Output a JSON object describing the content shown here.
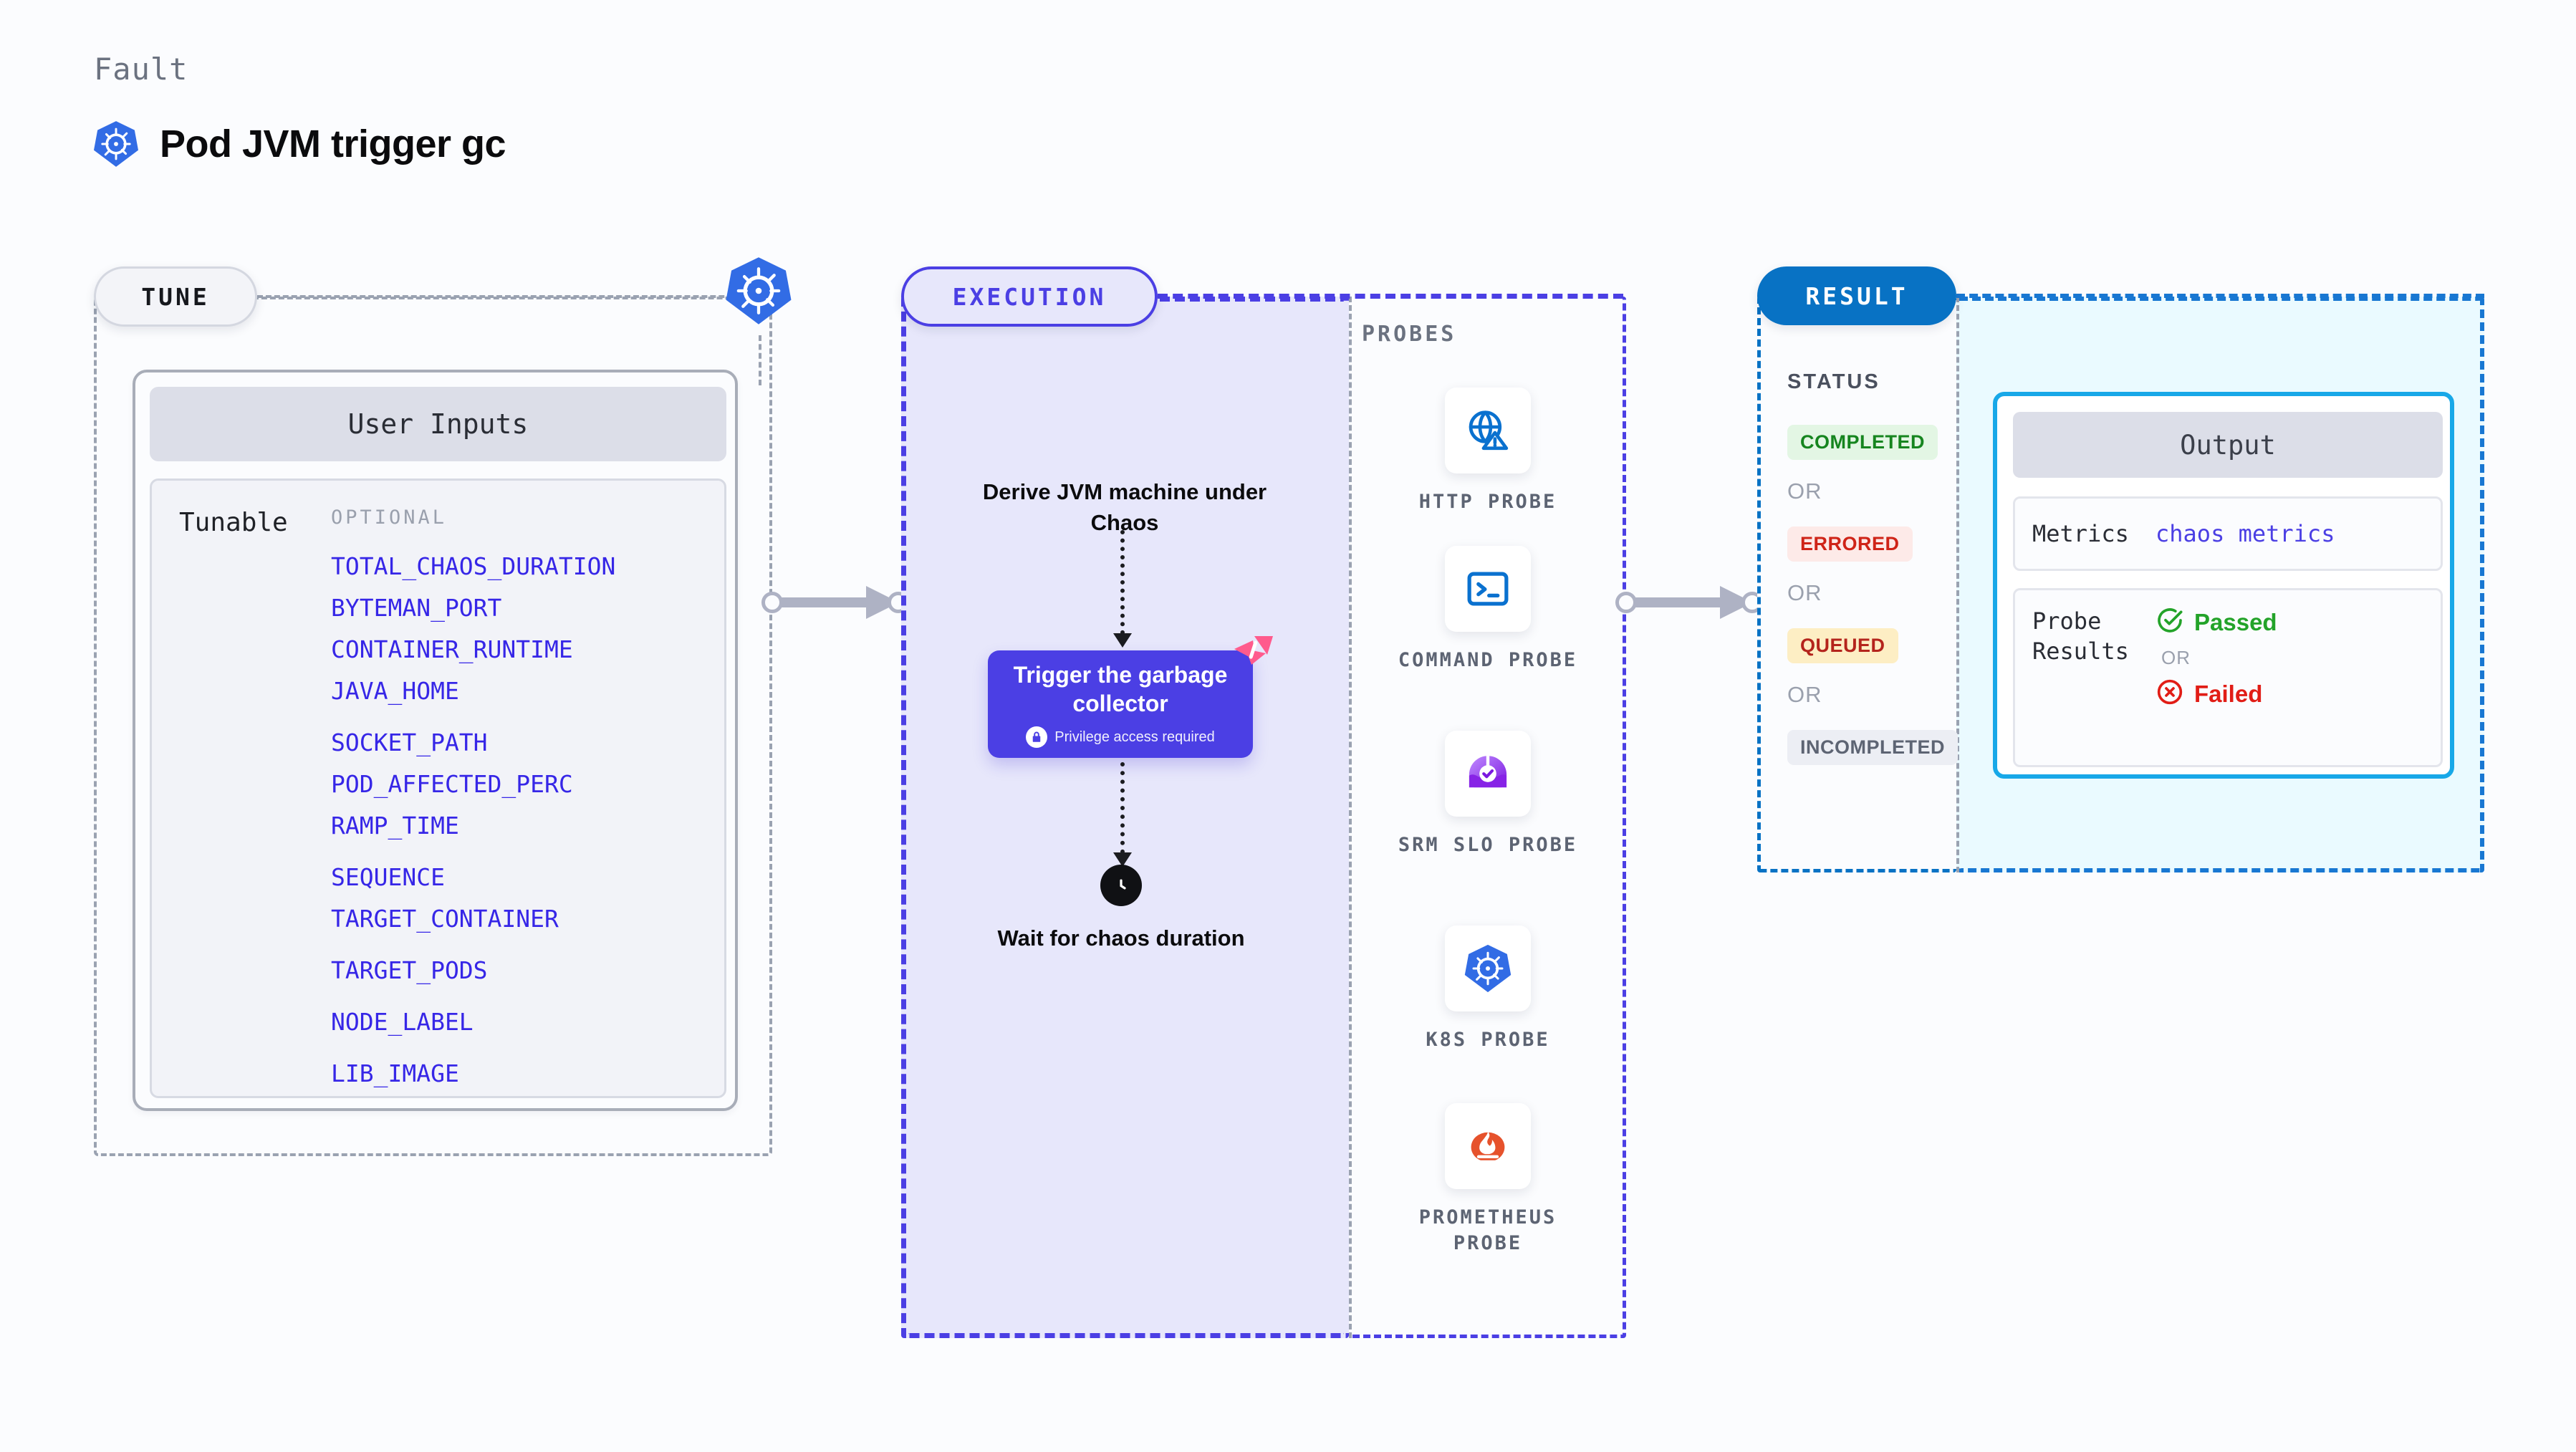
{
  "header": {
    "eyebrow": "Fault",
    "title": "Pod JVM trigger gc",
    "icon": "kubernetes-icon"
  },
  "tune": {
    "pill_label": "TUNE",
    "node_icon": "kubernetes-icon",
    "user_inputs": {
      "title": "User Inputs",
      "row_label": "Tunable",
      "optional_label": "OPTIONAL",
      "tunables": [
        "TOTAL_CHAOS_DURATION",
        "BYTEMAN_PORT",
        "CONTAINER_RUNTIME",
        "JAVA_HOME",
        "SOCKET_PATH",
        "POD_AFFECTED_PERC",
        "RAMP_TIME",
        "SEQUENCE",
        "TARGET_CONTAINER",
        "TARGET_PODS",
        "NODE_LABEL",
        "LIB_IMAGE"
      ]
    }
  },
  "execution": {
    "pill_label": "EXECUTION",
    "steps": [
      {
        "label": "Derive JVM machine under Chaos",
        "type": "text"
      },
      {
        "label": "Trigger the garbage collector",
        "type": "card",
        "badge": "Privilege access required",
        "badge_icon": "lock-icon",
        "ribbon_icon": "harness-ribbon-icon"
      },
      {
        "label": "Wait for chaos duration",
        "type": "clock",
        "icon": "clock-icon"
      }
    ]
  },
  "probes": {
    "section_label": "PROBES",
    "items": [
      {
        "label": "HTTP PROBE",
        "icon": "globe-warning-icon"
      },
      {
        "label": "COMMAND PROBE",
        "icon": "terminal-icon"
      },
      {
        "label": "SRM SLO PROBE",
        "icon": "srm-slo-icon"
      },
      {
        "label": "K8S PROBE",
        "icon": "kubernetes-icon"
      },
      {
        "label": "PROMETHEUS PROBE",
        "icon": "prometheus-icon"
      }
    ]
  },
  "result": {
    "pill_label": "RESULT",
    "status_label": "STATUS",
    "or_label": "OR",
    "statuses": [
      {
        "label": "COMPLETED",
        "bg": "#e3f6e4",
        "fg": "#16851f"
      },
      {
        "label": "ERRORED",
        "bg": "#fdeae8",
        "fg": "#cf2418"
      },
      {
        "label": "QUEUED",
        "bg": "#fdeec4",
        "fg": "#b4241c"
      },
      {
        "label": "INCOMPLETED",
        "bg": "#eceef4",
        "fg": "#5d6473"
      }
    ],
    "output": {
      "title": "Output",
      "metrics_key": "Metrics",
      "metrics_value": "chaos metrics",
      "probe_results_key": "Probe Results",
      "passed_label": "Passed",
      "failed_label": "Failed",
      "or_label": "OR",
      "passed_icon": "check-circle-icon",
      "failed_icon": "x-circle-icon"
    }
  },
  "colors": {
    "accent_purple": "#4b3fe4",
    "accent_blue": "#0872c4",
    "output_border": "#18a8e8",
    "k8s_blue": "#326ce5",
    "ribbon_pink": "#ff5b8d",
    "passed_green": "#23a329",
    "failed_red": "#e11d16",
    "arrow_gray": "#aeb2c4"
  }
}
